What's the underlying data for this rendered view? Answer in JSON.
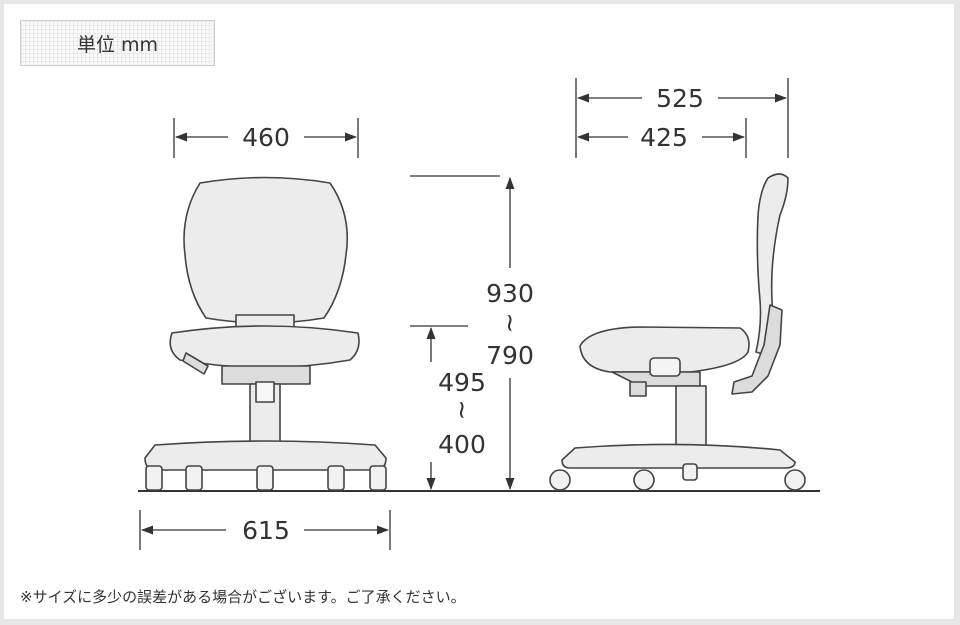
{
  "unit_label": "単位 mm",
  "dimensions": {
    "front_width": "460",
    "side_total_depth": "525",
    "side_seat_depth": "425",
    "total_height_max": "930",
    "total_height_range_mark": "~",
    "total_height_min": "790",
    "seat_height_max": "495",
    "seat_height_range_mark": "~",
    "seat_height_min": "400",
    "base_width": "615"
  },
  "note": "※サイズに多少の誤差がある場合がございます。ご了承ください。"
}
